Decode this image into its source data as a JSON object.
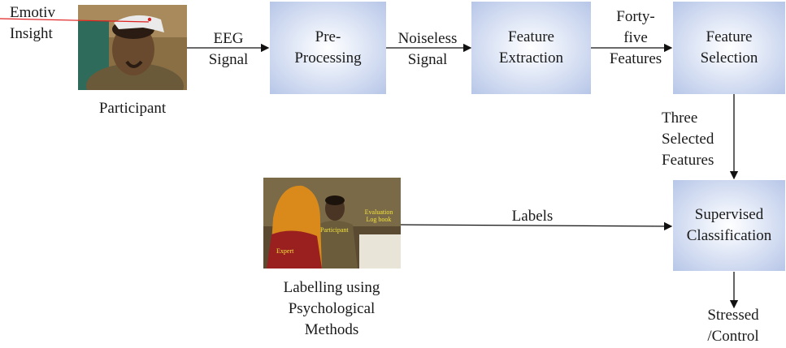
{
  "headset_label": "Emotiv\nInsight",
  "participant_caption": "Participant",
  "eeg_signal": "EEG\nSignal",
  "preprocessing": "Pre-\nProcessing",
  "noiseless_signal": "Noiseless\nSignal",
  "feature_extraction": "Feature\nExtraction",
  "forty_five_features": "Forty-\nfive\nFeatures",
  "feature_selection": "Feature\nSelection",
  "three_selected_features": "Three\nSelected\nFeatures",
  "supervised_classification": "Supervised\nClassification",
  "labels": "Labels",
  "output": "Stressed\n/Control",
  "labelling_caption": "Labelling using\nPsychological\nMethods",
  "photo2": {
    "evaluation": "Evaluation\nLog book",
    "participant": "Participant",
    "expert": "Expert"
  },
  "colors": {
    "box_edge": "#b7c6e8",
    "box_center": "#ffffff",
    "pointer_line": "#e02020",
    "photo2_text": "#f2e23a"
  }
}
